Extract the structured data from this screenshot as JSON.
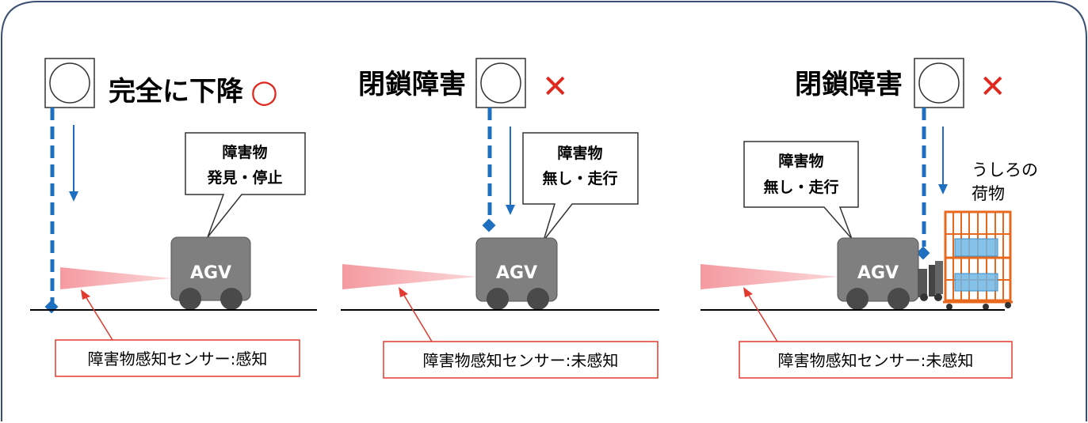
{
  "panels": [
    {
      "heading": "完全に下降",
      "result_mark": "○",
      "result": "ok",
      "bubble_line1": "障害物",
      "bubble_line2": "発見・停止",
      "vehicle_label": "AGV",
      "sensor_label": "障害物感知センサー:感知"
    },
    {
      "heading": "閉鎖障害",
      "result_mark": "✕",
      "result": "ng",
      "bubble_line1": "障害物",
      "bubble_line2": "無し・走行",
      "vehicle_label": "AGV",
      "sensor_label": "障害物感知センサー:未感知"
    },
    {
      "heading": "閉鎖障害",
      "result_mark": "✕",
      "result": "ng",
      "bubble_line1": "障害物",
      "bubble_line2": "無し・走行",
      "vehicle_label": "AGV",
      "sensor_label": "障害物感知センサー:未感知",
      "cargo_line1": "うしろの",
      "cargo_line2": "荷物"
    }
  ],
  "colors": {
    "frame": "#3b4f72",
    "shutter_line": "#1f6fc0",
    "agv_body": "#7f7f7f",
    "agv_wheel": "#4a4a4a",
    "sensor_beam": "#f4a3a8",
    "mark_red": "#e0281e",
    "label_border": "#e23a2e",
    "cage": "#e8691e",
    "tray": "#6fb7e6"
  },
  "icons": {
    "sensor": "photo-sensor-icon",
    "cargo": "roll-cage-cart-icon",
    "hand_truck": "hand-truck-icon"
  }
}
